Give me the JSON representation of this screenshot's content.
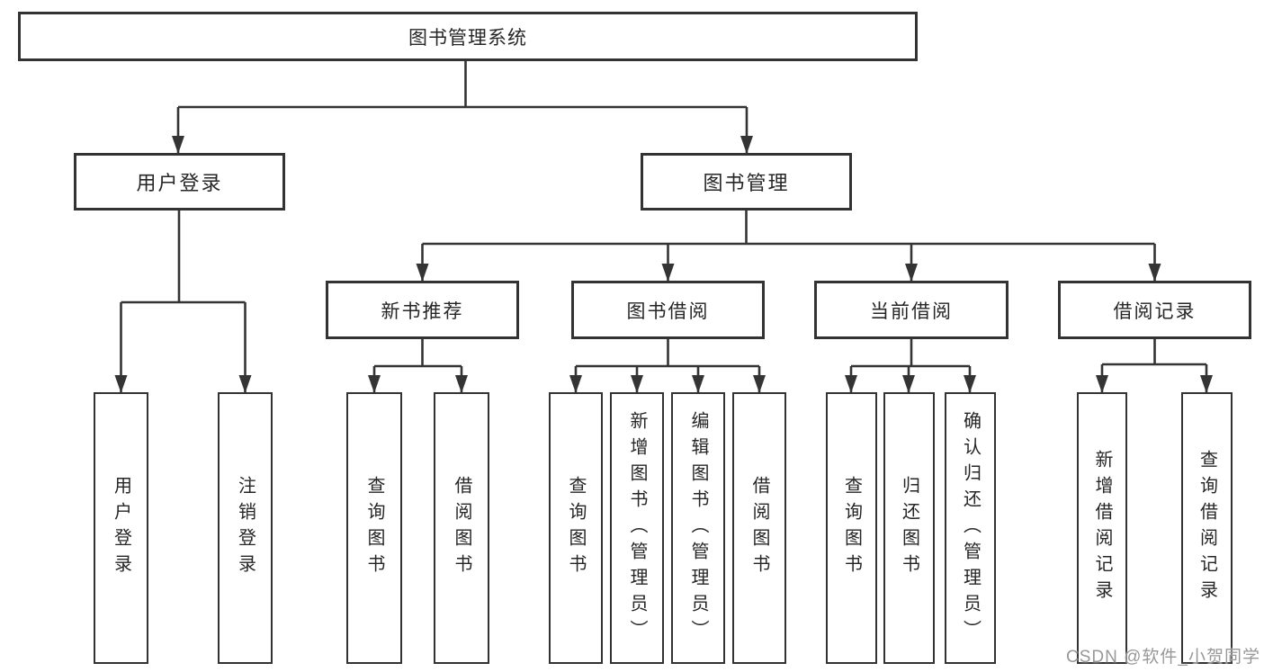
{
  "diagram": {
    "colors": {
      "line": "#343434",
      "border": "#333333",
      "text": "#262626",
      "background": "#ffffff",
      "watermark": "#989898"
    },
    "watermark": "CSDN @软件_小贺同学",
    "nodes": {
      "root": {
        "label": "图书管理系统"
      },
      "user_login": {
        "label": "用户登录"
      },
      "book_management": {
        "label": "图书管理"
      },
      "new_book_recommend": {
        "label": "新书推荐"
      },
      "book_borrow": {
        "label": "图书借阅"
      },
      "current_borrow": {
        "label": "当前借阅"
      },
      "borrow_record": {
        "label": "借阅记录"
      },
      "leaf_user_login": {
        "label": "用户登录"
      },
      "leaf_logout": {
        "label": "注销登录"
      },
      "leaf_recommend_query_book": {
        "label": "查询图书"
      },
      "leaf_recommend_borrow_book": {
        "label": "借阅图书"
      },
      "leaf_borrow_query_book": {
        "label": "查询图书"
      },
      "leaf_add_book_admin": {
        "label": "新增图书（管理员）"
      },
      "leaf_edit_book_admin": {
        "label": "编辑图书（管理员）"
      },
      "leaf_borrow_book": {
        "label": "借阅图书"
      },
      "leaf_current_query_book": {
        "label": "查询图书"
      },
      "leaf_return_book": {
        "label": "归还图书"
      },
      "leaf_confirm_return_admin": {
        "label": "确认归还（管理员）"
      },
      "leaf_add_borrow_record": {
        "label": "新增借阅记录"
      },
      "leaf_query_borrow_record": {
        "label": "查询借阅记录"
      }
    }
  }
}
